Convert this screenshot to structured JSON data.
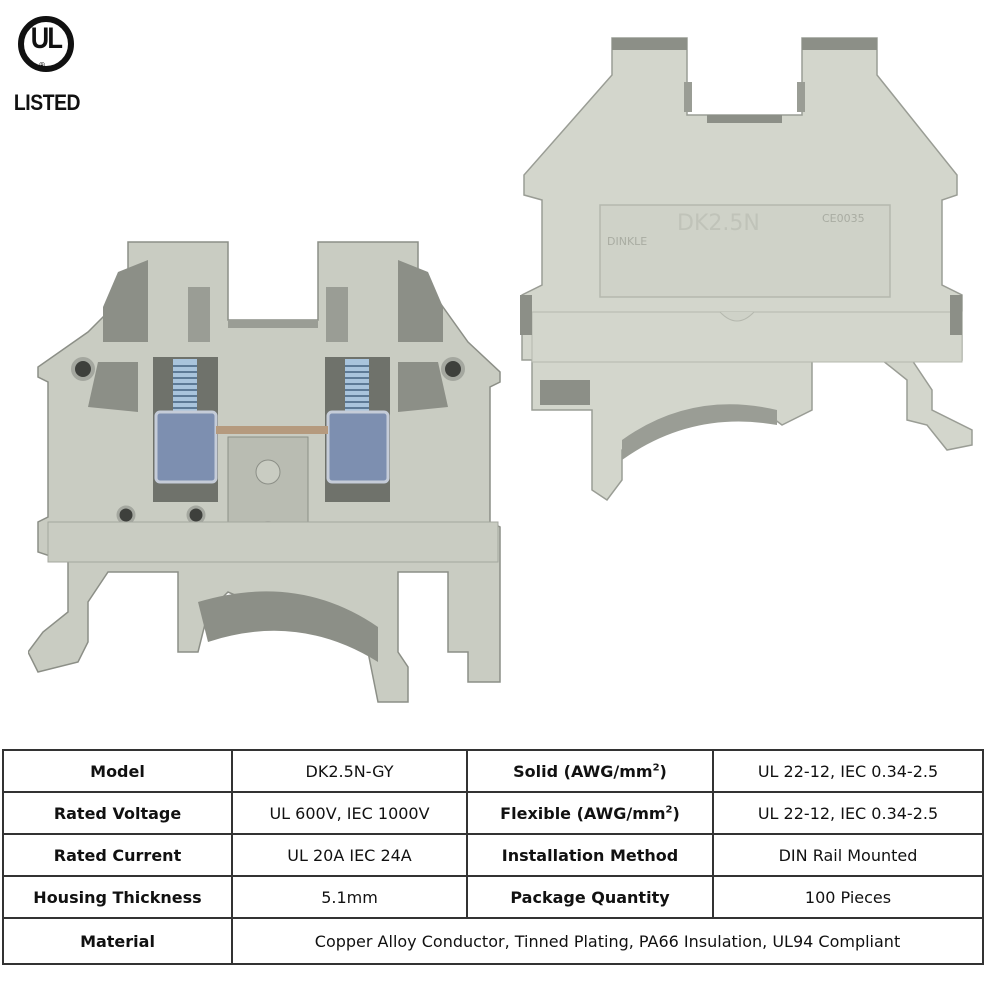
{
  "certification": {
    "logo_letters": "UL",
    "registered_mark": "®",
    "caption": "LISTED"
  },
  "product_images": {
    "front": {
      "description": "Terminal block front view with screw clamps",
      "color": "#c9ccc2"
    },
    "back": {
      "description": "Terminal block side view with molded markings",
      "color": "#d3d6cc",
      "markings": {
        "brand": "DINKLE",
        "model": "DK2.5N",
        "code": "CE0035"
      }
    }
  },
  "specs": {
    "rows": [
      {
        "label1": "Model",
        "value1": "DK2.5N-GY",
        "label2": "Solid (AWG/mm",
        "label2_sup": "2",
        "label2_end": ")",
        "value2": "UL 22-12, IEC 0.34-2.5"
      },
      {
        "label1": "Rated Voltage",
        "value1": "UL 600V, IEC 1000V",
        "label2": "Flexible (AWG/mm",
        "label2_sup": "2",
        "label2_end": ")",
        "value2": "UL 22-12, IEC 0.34-2.5"
      },
      {
        "label1": "Rated Current",
        "value1": "UL 20A IEC 24A",
        "label2": "Installation Method",
        "label2_sup": "",
        "label2_end": "",
        "value2": "DIN Rail Mounted"
      },
      {
        "label1": "Housing Thickness",
        "value1": "5.1mm",
        "label2": "Package Quantity",
        "label2_sup": "",
        "label2_end": "",
        "value2": "100 Pieces"
      }
    ],
    "material": {
      "label": "Material",
      "value": "Copper Alloy Conductor, Tinned Plating, PA66 Insulation, UL94 Compliant"
    }
  },
  "colors": {
    "housing_light": "#d4d7cd",
    "housing_mid": "#c2c5bb",
    "housing_shadow": "#8c8f87",
    "housing_dark": "#5f625c",
    "clamp_metal": "#7d8fb0",
    "screw": "#a9c4dc",
    "bridge_copper": "#b59a7e",
    "table_border": "#333333"
  }
}
